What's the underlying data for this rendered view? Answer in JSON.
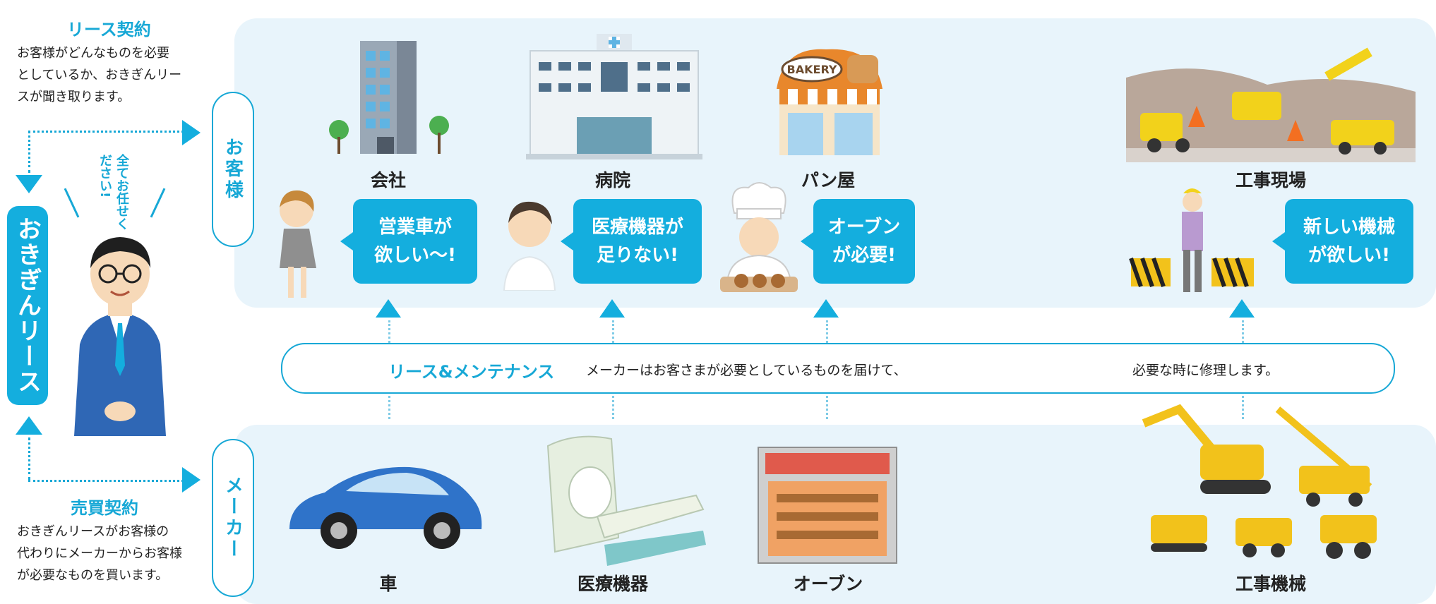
{
  "left": {
    "lease_title": "リース契約",
    "lease_desc_1": "お客様がどんなものを必要",
    "lease_desc_2": "としているか、おきぎんリー",
    "lease_desc_3": "スが聞き取ります。",
    "company_label": "おきぎんリース",
    "speech": "全てお任せください!",
    "sale_title": "売買契約",
    "sale_desc_1": "おきぎんリースがお客様の",
    "sale_desc_2": "代わりにメーカーからお客様",
    "sale_desc_3": "が必要なものを買います。"
  },
  "customer_band": {
    "label": "お客様",
    "items": [
      {
        "label": "会社",
        "bubble": "営業車が\n欲しい〜!"
      },
      {
        "label": "病院",
        "bubble": "医療機器が\n足りない!"
      },
      {
        "label": "パン屋",
        "bubble": "オーブン\nが必要!",
        "sign": "BAKERY"
      },
      {
        "label": "工事現場",
        "bubble": "新しい機械\nが欲しい!"
      }
    ]
  },
  "middle": {
    "title": "リース&メンテナンス",
    "text_1": "メーカーはお客さまが必要としているものを届けて、",
    "text_2": "必要な時に修理します。"
  },
  "maker_band": {
    "label": "メーカー",
    "items": [
      {
        "label": "車"
      },
      {
        "label": "医療機器"
      },
      {
        "label": "オーブン"
      },
      {
        "label": "工事機械"
      }
    ]
  },
  "colors": {
    "accent": "#14aede",
    "panel": "#e8f4fb"
  }
}
